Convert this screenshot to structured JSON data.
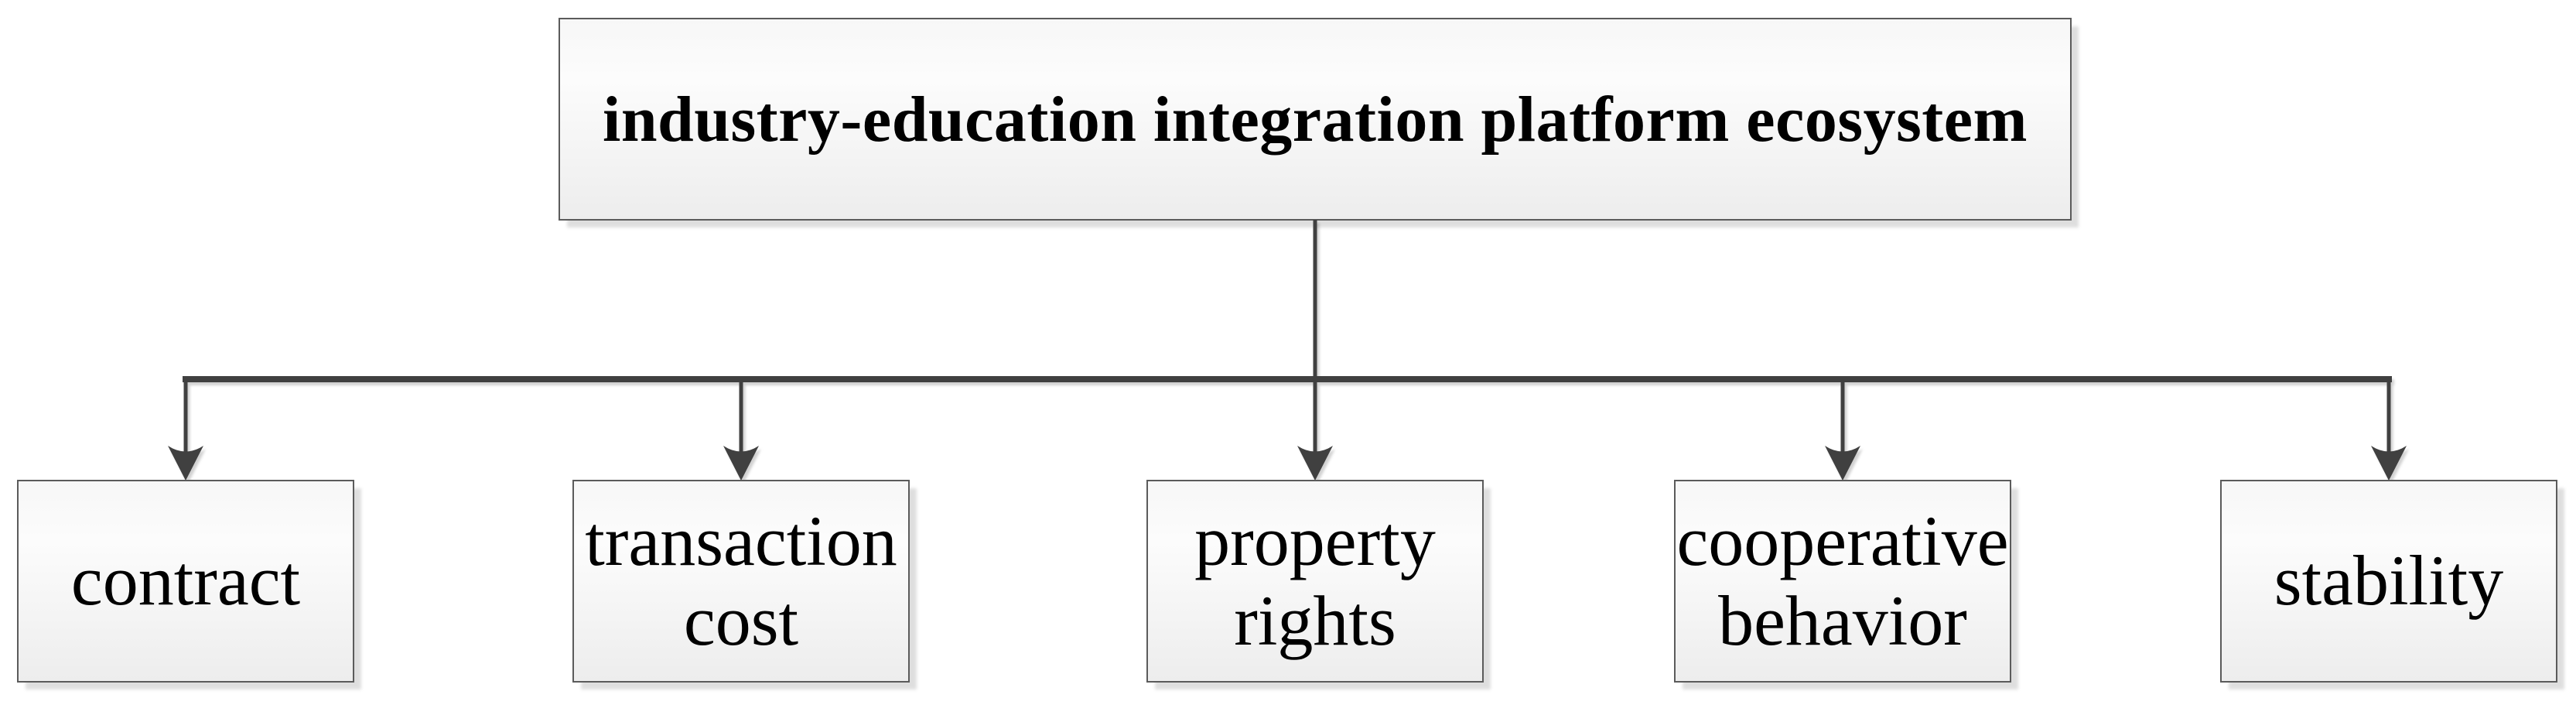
{
  "diagram": {
    "type": "tree",
    "root": {
      "label": "industry-education integration platform ecosystem"
    },
    "children": [
      {
        "label": "contract"
      },
      {
        "label": "transaction cost"
      },
      {
        "label": "property rights"
      },
      {
        "label": "cooperative behavior"
      },
      {
        "label": "stability"
      }
    ],
    "colors": {
      "background": "#ffffff",
      "line": "#404040",
      "box_border": "#5b5b5b",
      "box_fill_top": "#f7f7f7",
      "box_fill_bottom": "#ededed",
      "box_shadow": "#e3e3e3",
      "text": "#000000"
    }
  }
}
